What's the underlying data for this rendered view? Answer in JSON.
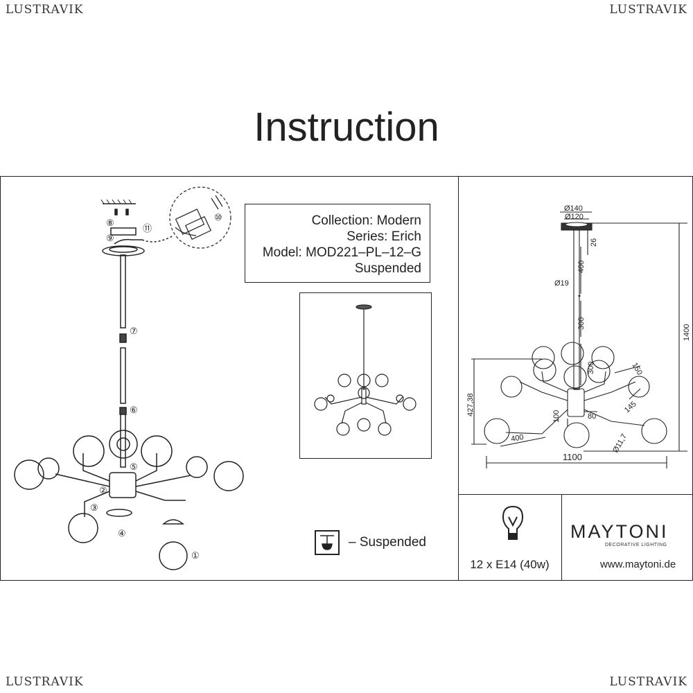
{
  "watermark": {
    "text": "LUSTRAVIK"
  },
  "title": "Instruction",
  "info": {
    "collection": "Collection: Modern",
    "series": "Series: Erich",
    "model": "Model: MOD221–PL–12–G",
    "type": "Suspended"
  },
  "assembly": {
    "steps": [
      "①",
      "②",
      "③",
      "④",
      "⑤",
      "⑥",
      "⑦",
      "⑧",
      "⑨",
      "⑩",
      "⑪"
    ]
  },
  "legend": {
    "suspended_label": "– Suspended",
    "icon": "suspended-mount-icon"
  },
  "dimensions": {
    "d_canopy_outer": "Ø140",
    "d_canopy_inner": "Ø120",
    "canopy_h": "26",
    "rod_1": "400",
    "rod_d": "Ø19",
    "rod_2": "300",
    "total_h": "1400",
    "body_h": "300",
    "arm_offset": "150",
    "side_h": "427,38",
    "arm_len2": "145",
    "hub_h": "100",
    "hub_w": "80",
    "arm_len": "400",
    "small_d": "Ø11,7",
    "width": "1100"
  },
  "bulb": {
    "label": "12 x E14 (40w)",
    "icon": "bulb-icon"
  },
  "brand": {
    "name": "MAYTONI",
    "tagline": "DECORATIVE LIGHTING",
    "website": "www.maytoni.de"
  }
}
